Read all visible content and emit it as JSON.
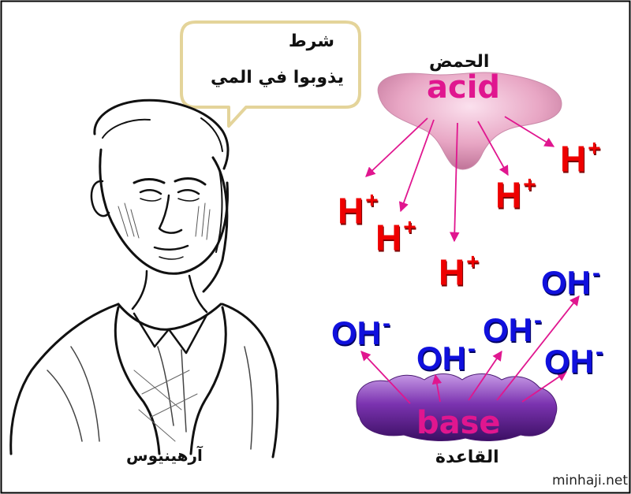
{
  "bubble": {
    "line1": "شرط",
    "line2": "يذوبوا في المي"
  },
  "acid": {
    "arabic": "الحمض",
    "english": "acid"
  },
  "base": {
    "arabic": "القاعدة",
    "english": "base"
  },
  "scientist_name": "آرهينيوس",
  "ions": {
    "h_symbol": "H",
    "h_charge": "+",
    "oh_symbol": "OH",
    "oh_charge": "-"
  },
  "credit": "minhaji.net",
  "colors": {
    "h_ion": "#ee0000",
    "oh_ion": "#1010dd",
    "acid_blob": "#e8a6c4",
    "base_blob": "#6e2aa0",
    "label_magenta": "#e0168f",
    "arrow": "#e0168f",
    "bubble_border": "#e4d49a"
  }
}
